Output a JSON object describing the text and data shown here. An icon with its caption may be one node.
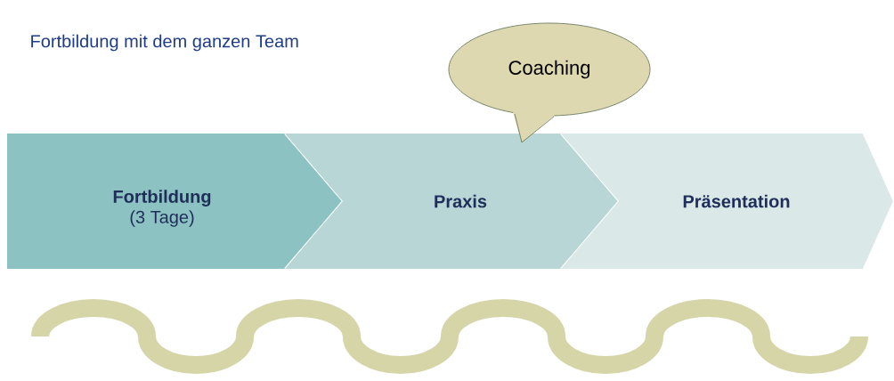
{
  "diagram": {
    "title": "Fortbildung mit dem ganzen Team",
    "nodes": [
      {
        "text": [
          "Fortbildung",
          "(3 Tage)"
        ]
      },
      {
        "text": [
          "Praxis"
        ]
      },
      {
        "text": [
          "Präsentation"
        ]
      },
      {
        "text": [
          "Coaching"
        ]
      }
    ],
    "edges": []
  }
}
